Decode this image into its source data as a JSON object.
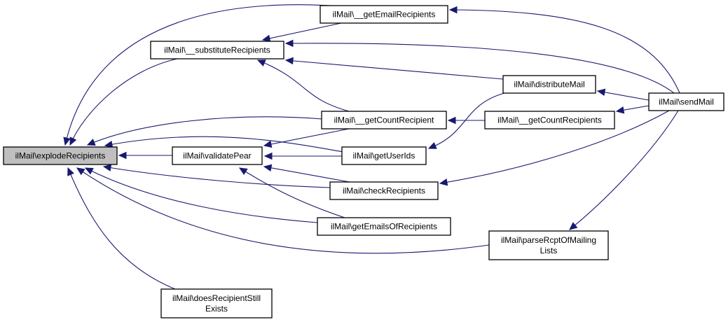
{
  "graph": {
    "type": "caller-graph",
    "focus_node": "explode",
    "colors": {
      "edge": "#191970",
      "focus_fill": "#bfbfbf",
      "node_fill": "#ffffff",
      "border": "#000000"
    },
    "nodes": [
      {
        "id": "explode",
        "lines": [
          "ilMail\\explodeRecipients"
        ]
      },
      {
        "id": "getEmailRecipients",
        "lines": [
          "ilMail\\__getEmailRecipients"
        ]
      },
      {
        "id": "substitute",
        "lines": [
          "ilMail\\__substituteRecipients"
        ]
      },
      {
        "id": "getCountRecipient",
        "lines": [
          "ilMail\\__getCountRecipient"
        ]
      },
      {
        "id": "validatePear",
        "lines": [
          "ilMail\\validatePear"
        ]
      },
      {
        "id": "getUserIds",
        "lines": [
          "ilMail\\getUserIds"
        ]
      },
      {
        "id": "checkRecipients",
        "lines": [
          "ilMail\\checkRecipients"
        ]
      },
      {
        "id": "getEmailsOfRecipients",
        "lines": [
          "ilMail\\getEmailsOfRecipients"
        ]
      },
      {
        "id": "distributeMail",
        "lines": [
          "ilMail\\distributeMail"
        ]
      },
      {
        "id": "getCountRecipients",
        "lines": [
          "ilMail\\__getCountRecipients"
        ]
      },
      {
        "id": "sendMail",
        "lines": [
          "ilMail\\sendMail"
        ]
      },
      {
        "id": "parseRcpt",
        "lines": [
          "ilMail\\parseRcptOfMailing",
          "Lists"
        ]
      },
      {
        "id": "doesRecipient",
        "lines": [
          "ilMail\\doesRecipientStill",
          "Exists"
        ]
      }
    ],
    "edges": [
      {
        "from": "getEmailRecipients",
        "to": "explode"
      },
      {
        "from": "substitute",
        "to": "explode"
      },
      {
        "from": "getCountRecipient",
        "to": "explode"
      },
      {
        "from": "getUserIds",
        "to": "explode"
      },
      {
        "from": "validatePear",
        "to": "explode"
      },
      {
        "from": "checkRecipients",
        "to": "explode"
      },
      {
        "from": "getEmailsOfRecipients",
        "to": "explode"
      },
      {
        "from": "parseRcpt",
        "to": "explode"
      },
      {
        "from": "doesRecipient",
        "to": "explode"
      },
      {
        "from": "getEmailRecipients",
        "to": "substitute"
      },
      {
        "from": "getCountRecipient",
        "to": "substitute"
      },
      {
        "from": "distributeMail",
        "to": "substitute"
      },
      {
        "from": "sendMail",
        "to": "substitute"
      },
      {
        "from": "sendMail",
        "to": "getEmailRecipients"
      },
      {
        "from": "getCountRecipient",
        "to": "validatePear"
      },
      {
        "from": "getUserIds",
        "to": "validatePear"
      },
      {
        "from": "checkRecipients",
        "to": "validatePear"
      },
      {
        "from": "getEmailsOfRecipients",
        "to": "validatePear"
      },
      {
        "from": "getCountRecipients",
        "to": "getCountRecipient"
      },
      {
        "from": "distributeMail",
        "to": "getUserIds"
      },
      {
        "from": "sendMail",
        "to": "distributeMail"
      },
      {
        "from": "sendMail",
        "to": "getCountRecipients"
      },
      {
        "from": "sendMail",
        "to": "checkRecipients"
      },
      {
        "from": "sendMail",
        "to": "parseRcpt"
      }
    ]
  }
}
